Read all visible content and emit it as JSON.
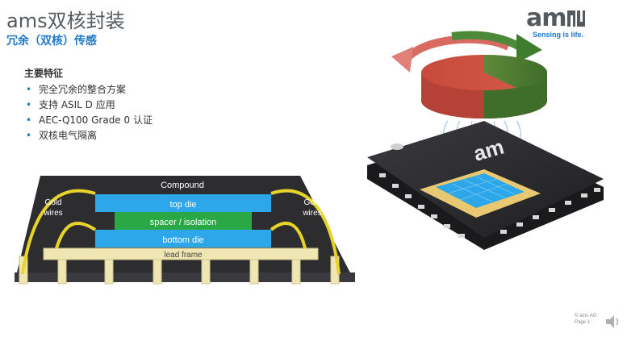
{
  "header": {
    "title": "ams双核封装",
    "subtitle": "冗余（双核）传感"
  },
  "features": {
    "heading": "主要特征",
    "items": [
      "完全冗余的整合方案",
      "支持 ASIL D 应用",
      "AEC-Q100 Grade 0 认证",
      "双核电气隔离"
    ]
  },
  "logo": {
    "mark": "am",
    "tagline": "Sensing is life."
  },
  "diagram": {
    "compound": "Compound",
    "top_die": "top die",
    "spacer": "spacer / isolation",
    "bottom_die": "bottom die",
    "lead_frame": "lead frame",
    "gold_left_1": "Gold",
    "gold_left_2": "wires",
    "gold_right_1": "Gold",
    "gold_right_2": "wires"
  },
  "chip_render": {
    "logo_text": "am"
  },
  "footer": {
    "copyright": "© ams AG",
    "page": "Page 1"
  },
  "colors": {
    "title_gray": "#555a5f",
    "accent_blue": "#1e78c8",
    "compound_dark": "#2d2d30",
    "die_blue": "#2ea7ea",
    "spacer_green": "#2aa845",
    "gold": "#e7d32a",
    "lead_frame": "#f0e6b4"
  }
}
